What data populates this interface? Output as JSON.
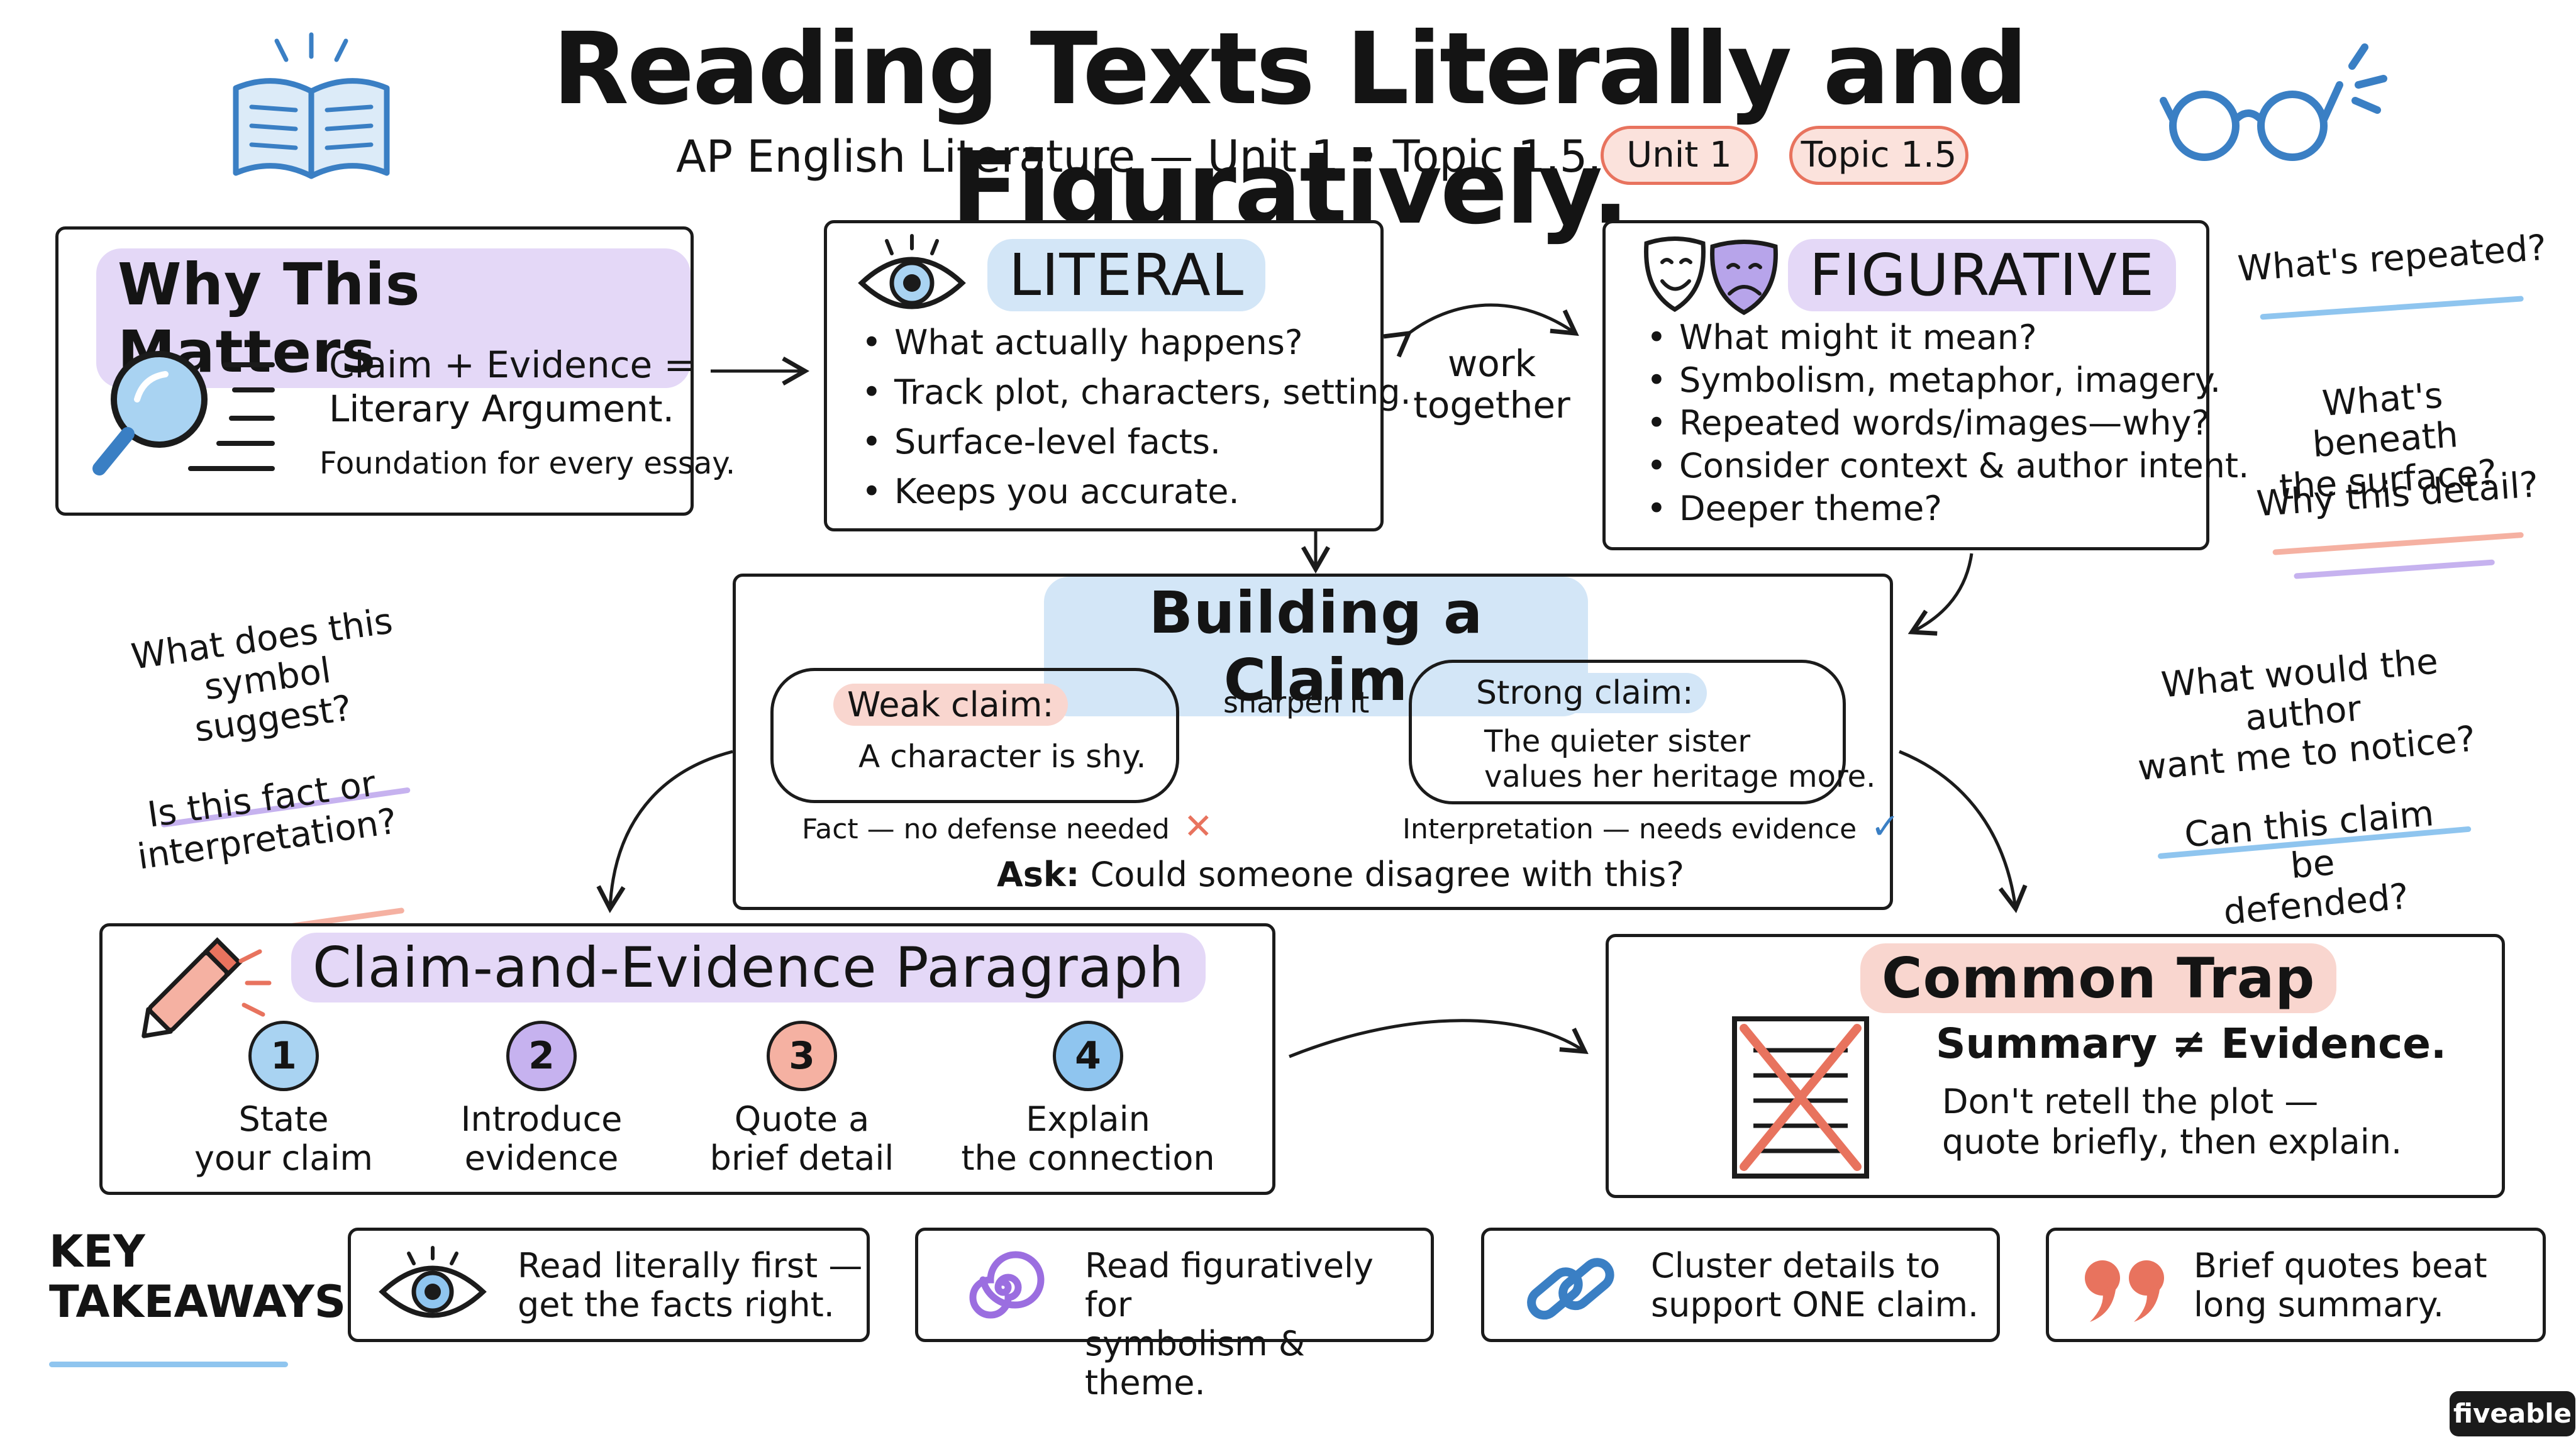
{
  "header": {
    "title": "Reading Texts Literally and Figuratively.",
    "subtitle": "AP English Literature — Unit 1 • Topic 1.5.",
    "badges": [
      "Unit 1",
      "Topic 1.5"
    ]
  },
  "why": {
    "title": "Why This Matters",
    "line1": "Claim + Evidence =",
    "line2": "Literary Argument.",
    "note": "Foundation for every essay."
  },
  "literal": {
    "title": "LITERAL",
    "items": [
      "What actually happens?",
      "Track plot, characters, setting.",
      "Surface-level facts.",
      "Keeps you accurate."
    ]
  },
  "connector": {
    "line1": "work",
    "line2": "together"
  },
  "figurative": {
    "title": "FIGURATIVE",
    "items": [
      "What might it mean?",
      "Symbolism, metaphor, imagery.",
      "Repeated words/images—why?",
      "Consider context & author intent.",
      "Deeper theme?"
    ]
  },
  "side_notes_right": [
    {
      "text": "What's repeated?"
    },
    {
      "text": "What's beneath\nthe surface?"
    },
    {
      "text": "Why this detail?"
    },
    {
      "text": "What would the author\nwant me to notice?"
    },
    {
      "text": "Can this claim be\ndefended?"
    }
  ],
  "side_notes_left": [
    {
      "text": "What does this\nsymbol suggest?"
    },
    {
      "text": "Is this fact or\ninterpretation?"
    }
  ],
  "claim": {
    "title": "Building a Claim",
    "weak_label": "Weak claim:",
    "weak_text": "A character is shy.",
    "weak_note": "Fact — no defense needed",
    "sharpen": "sharpen it",
    "strong_label": "Strong claim:",
    "strong_line1": "The quieter sister",
    "strong_line2": "values her heritage more.",
    "strong_note": "Interpretation — needs evidence",
    "ask_prefix": "Ask:",
    "ask_text": "Could someone disagree with this?"
  },
  "paragraph": {
    "title": "Claim-and-Evidence Paragraph",
    "steps": [
      {
        "num": "1",
        "line1": "State",
        "line2": "your claim",
        "color": "#a9d3f2"
      },
      {
        "num": "2",
        "line1": "Introduce",
        "line2": "evidence",
        "color": "#c6b2ef"
      },
      {
        "num": "3",
        "line1": "Quote a",
        "line2": "brief detail",
        "color": "#f5b1a2"
      },
      {
        "num": "4",
        "line1": "Explain",
        "line2": "the connection",
        "color": "#8fc5ef"
      }
    ]
  },
  "trap": {
    "title": "Common Trap",
    "headline": "Summary ≠ Evidence.",
    "line1": "Don't retell the plot —",
    "line2": "quote briefly, then explain."
  },
  "takeaways": {
    "label_line1": "KEY",
    "label_line2": "TAKEAWAYS:",
    "items": [
      {
        "text": "Read literally first —\nget the facts right.",
        "icon": "eye-icon"
      },
      {
        "text": "Read figuratively for\nsymbolism & theme.",
        "icon": "spiral-icon"
      },
      {
        "text": "Cluster details to\nsupport ONE claim.",
        "icon": "chain-link-icon"
      },
      {
        "text": "Brief quotes beat\nlong summary.",
        "icon": "quote-marks-icon"
      }
    ]
  },
  "brand": "fiveable",
  "colors": {
    "blue": "#3a7fc4",
    "purple": "#b38ee3",
    "red": "#e8735e",
    "ink": "#141414"
  }
}
